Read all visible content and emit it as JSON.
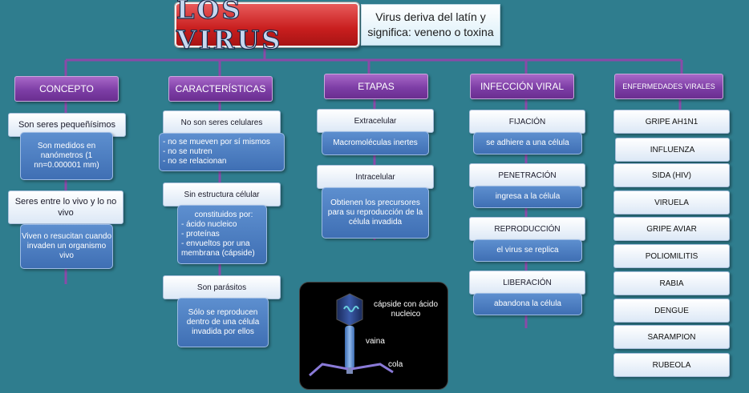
{
  "title": "LOS VIRUS",
  "origin_note": "Virus deriva del latín y significa: veneno o toxina",
  "columns": {
    "concepto": {
      "header": "CONCEPTO",
      "items": [
        "Son seres pequeñísimos",
        "Son medidos en nanómetros (1 nn=0.000001 mm)",
        "Seres entre lo vivo y lo no vivo",
        "Viven o resucitan cuando invaden un organismo vivo"
      ]
    },
    "caracteristicas": {
      "header": "CARACTERÍSTICAS",
      "celulares_title": "No son seres celulares",
      "celulares_lines": [
        "- no se mueven por sí mismos",
        "- no se nutren",
        "- no se relacionan"
      ],
      "estructura_title": "Sin estructura célular",
      "estructura_lines": [
        "constituidos por:",
        "- ácido nucleico",
        "- proteínas",
        "- envueltos por una",
        "membrana (cápside)"
      ],
      "parasitos_title": "Son parásitos",
      "parasitos_text": "Sólo se reproducen dentro de una célula invadida por  ellos"
    },
    "etapas": {
      "header": "ETAPAS",
      "extracelular": "Extracelular",
      "extracelular_desc": "Macromoléculas inertes",
      "intracelular": "Intracelular",
      "intracelular_desc": "Obtienen los precursores para su reproducción de la célula invadida"
    },
    "infeccion": {
      "header": "INFECCIÓN  VIRAL",
      "steps": [
        {
          "title": "FIJACIÓN",
          "desc": "se adhiere  a una célula"
        },
        {
          "title": "PENETRACIÓN",
          "desc": "ingresa a la célula"
        },
        {
          "title": "REPRODUCCIÓN",
          "desc": "el virus se replica"
        },
        {
          "title": "LIBERACIÓN",
          "desc": "abandona la célula"
        }
      ]
    },
    "enfermedades": {
      "header": "ENFERMEDADES VIRALES",
      "items": [
        "GRIPE   AH1N1",
        "INFLUENZA",
        "SIDA (HIV)",
        "VIRUELA",
        "GRIPE AVIAR",
        "POLIOMILITIS",
        "RABIA",
        "DENGUE",
        "SARAMPION",
        "RUBEOLA"
      ]
    }
  },
  "virus_image": {
    "capside_label": "cápside con ácido nucleico",
    "vaina_label": "vaina",
    "cola_label": "cola"
  },
  "colors": {
    "background": "#2f7d8e",
    "header_purple": "#7d3ea6",
    "box_blue": "#3f6fb4",
    "title_red": "#c81e1e"
  }
}
